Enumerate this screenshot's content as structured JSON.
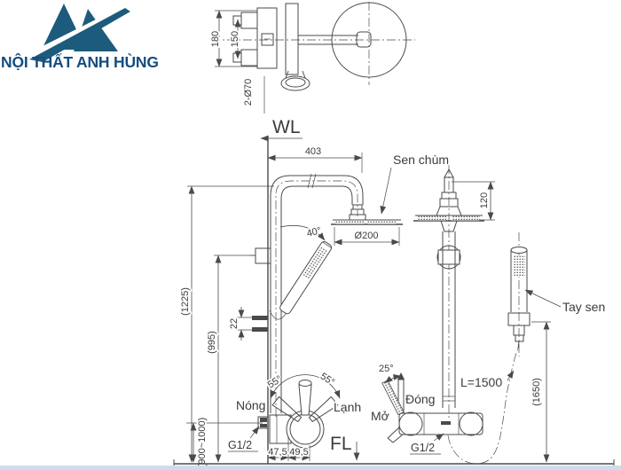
{
  "theme": {
    "bg": "#ffffff",
    "line": "#4a4a4a",
    "text": "#3c3c3c",
    "logo": "#1d5b7c",
    "brand": "#134d80",
    "strip": "#cddded"
  },
  "brand": {
    "name": "NỘI THẤT ANH HÙNG"
  },
  "drawing": {
    "reference_lines": {
      "water_line": "WL",
      "floor_line": "FL"
    },
    "labels": {
      "rain_shower": "Sen chùm",
      "hand_shower": "Tay sen",
      "hot": "Nóng",
      "cold": "Lạnh",
      "close": "Đóng",
      "open": "Mở",
      "thread_left": "G1/2",
      "thread_right": "G1/2"
    },
    "top_view": {
      "overall_height": "180",
      "port_spacing": "150",
      "escutcheons": "2-Ø70"
    },
    "dimensions": {
      "arm_reach": "403",
      "head_diameter": "Ø200",
      "head_height": "120",
      "overall_height": "(1225)",
      "riser_height": "(995)",
      "port_gap": "22",
      "install_height": "(900~1000)",
      "offset_left": "47,5",
      "offset_right": "49,5",
      "handle_sweep_left": "55°",
      "handle_sweep_right": "55°",
      "spray_angle": "40°",
      "lever_angle": "25°",
      "hose_length": "L=1500",
      "hand_shower_height": "(1650)"
    }
  }
}
